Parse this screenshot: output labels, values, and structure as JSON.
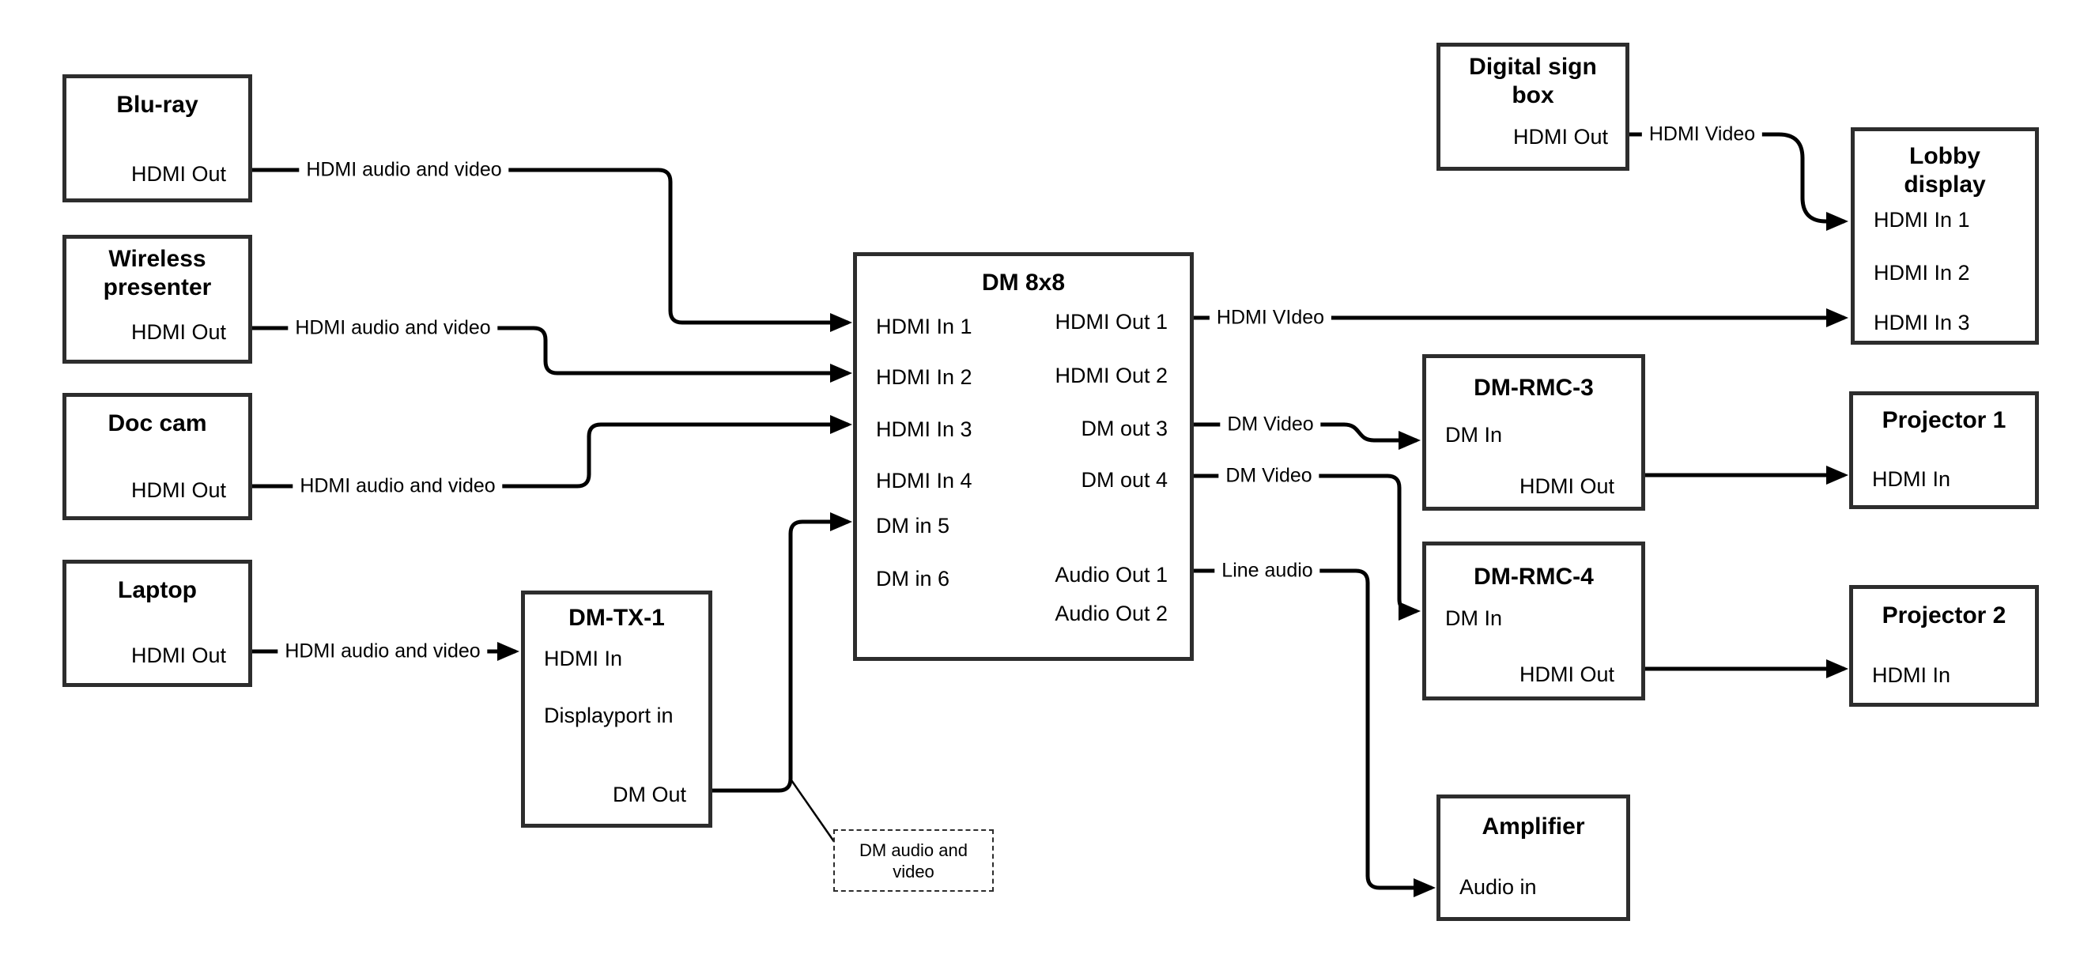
{
  "colors": {
    "line": "#000000",
    "box_border": "#2d2d2d",
    "background": "#ffffff",
    "text": "#000000"
  },
  "nodes": {
    "bluray": {
      "title": "Blu-ray",
      "ports": {
        "hdmi_out": "HDMI Out"
      }
    },
    "wireless": {
      "title_line1": "Wireless",
      "title_line2": "presenter",
      "ports": {
        "hdmi_out": "HDMI Out"
      }
    },
    "doccam": {
      "title": "Doc cam",
      "ports": {
        "hdmi_out": "HDMI Out"
      }
    },
    "laptop": {
      "title": "Laptop",
      "ports": {
        "hdmi_out": "HDMI Out"
      }
    },
    "dmtx1": {
      "title": "DM-TX-1",
      "ports": {
        "hdmi_in": "HDMI In",
        "displayport_in": "Displayport in",
        "dm_out": "DM Out"
      }
    },
    "dm8x8": {
      "title": "DM 8x8",
      "ports": {
        "hdmi_in_1": "HDMI In 1",
        "hdmi_in_2": "HDMI In 2",
        "hdmi_in_3": "HDMI In 3",
        "hdmi_in_4": "HDMI In 4",
        "dm_in_5": "DM in 5",
        "dm_in_6": "DM in 6",
        "hdmi_out_1": "HDMI Out 1",
        "hdmi_out_2": "HDMI Out 2",
        "dm_out_3": "DM out 3",
        "dm_out_4": "DM out 4",
        "audio_out_1": "Audio Out 1",
        "audio_out_2": "Audio Out 2"
      }
    },
    "signbox": {
      "title_line1": "Digital sign",
      "title_line2": "box",
      "ports": {
        "hdmi_out": "HDMI Out"
      }
    },
    "lobby": {
      "title_line1": "Lobby",
      "title_line2": "display",
      "ports": {
        "hdmi_in_1": "HDMI In 1",
        "hdmi_in_2": "HDMI In 2",
        "hdmi_in_3": "HDMI In 3"
      }
    },
    "rmc3": {
      "title": "DM-RMC-3",
      "ports": {
        "dm_in": "DM In",
        "hdmi_out": "HDMI Out"
      }
    },
    "proj1": {
      "title": "Projector 1",
      "ports": {
        "hdmi_in": "HDMI In"
      }
    },
    "rmc4": {
      "title": "DM-RMC-4",
      "ports": {
        "dm_in": "DM In",
        "hdmi_out": "HDMI Out"
      }
    },
    "proj2": {
      "title": "Projector 2",
      "ports": {
        "hdmi_in": "HDMI In"
      }
    },
    "amplifier": {
      "title": "Amplifier",
      "ports": {
        "audio_in": "Audio in"
      }
    }
  },
  "edge_labels": {
    "bluray_to_dm8x8": "HDMI audio and video",
    "wireless_to_dm8x8": "HDMI audio and video",
    "doccam_to_dm8x8": "HDMI audio and video",
    "laptop_to_dmtx1": "HDMI audio and video",
    "hdmi_out_1_to_lobby": "HDMI VIdeo",
    "dm_out_3_to_rmc3": "DM Video",
    "dm_out_4_to_rmc4": "DM Video",
    "audio_out_1_to_amplifier": "Line audio",
    "signbox_to_lobby": "HDMI Video"
  },
  "callout": {
    "line1": "DM audio and",
    "line2": "video"
  }
}
